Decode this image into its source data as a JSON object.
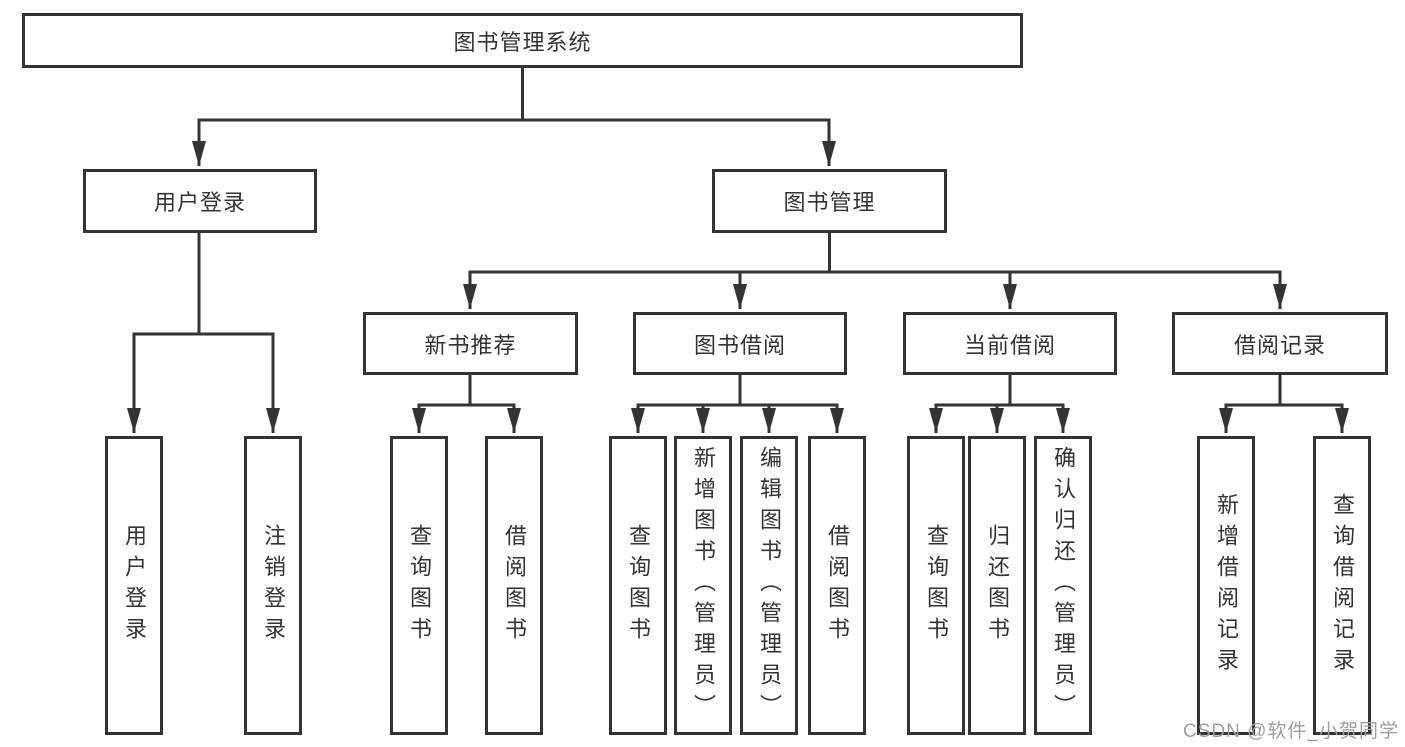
{
  "diagram": {
    "root": {
      "label": "图书管理系统"
    },
    "level2": [
      {
        "id": "user-login",
        "label": "用户登录"
      },
      {
        "id": "book-management",
        "label": "图书管理"
      }
    ],
    "level3": [
      {
        "id": "new-book-recommend",
        "label": "新书推荐"
      },
      {
        "id": "book-borrow",
        "label": "图书借阅"
      },
      {
        "id": "current-borrow",
        "label": "当前借阅"
      },
      {
        "id": "borrow-records",
        "label": "借阅记录"
      }
    ],
    "leaves": [
      {
        "parent": "user-login",
        "label": "用户登录"
      },
      {
        "parent": "user-login",
        "label": "注销登录"
      },
      {
        "parent": "new-book-recommend",
        "label": "查询图书"
      },
      {
        "parent": "new-book-recommend",
        "label": "借阅图书"
      },
      {
        "parent": "book-borrow",
        "label": "查询图书"
      },
      {
        "parent": "book-borrow",
        "label": "新增图书（管理员）"
      },
      {
        "parent": "book-borrow",
        "label": "编辑图书（管理员）"
      },
      {
        "parent": "book-borrow",
        "label": "借阅图书"
      },
      {
        "parent": "current-borrow",
        "label": "查询图书"
      },
      {
        "parent": "current-borrow",
        "label": "归还图书"
      },
      {
        "parent": "current-borrow",
        "label": "确认归还（管理员）"
      },
      {
        "parent": "borrow-records",
        "label": "新增借阅记录"
      },
      {
        "parent": "borrow-records",
        "label": "查询借阅记录"
      }
    ]
  },
  "watermark": {
    "text": "CSDN @软件_小贺同学"
  },
  "colors": {
    "line": "#333333",
    "text": "#333333",
    "box_background": "#ffffff",
    "watermark": "#9e9e9e"
  }
}
